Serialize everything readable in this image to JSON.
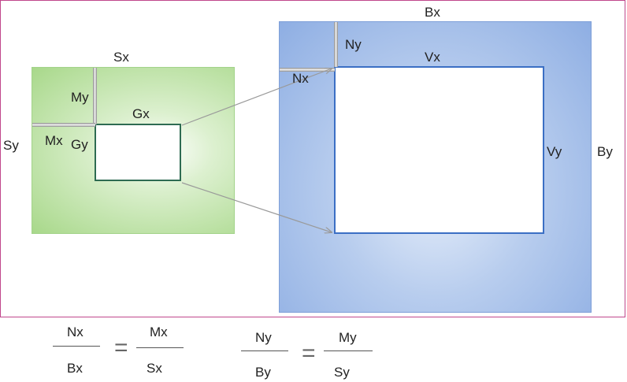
{
  "labels": {
    "sx": "Sx",
    "sy": "Sy",
    "mx": "Mx",
    "my": "My",
    "gx": "Gx",
    "gy": "Gy",
    "bx": "Bx",
    "by": "By",
    "nx": "Nx",
    "ny": "Ny",
    "vx": "Vx",
    "vy": "Vy"
  },
  "equations": [
    {
      "lhs_num": "Nx",
      "lhs_den": "Bx",
      "op": "=",
      "rhs_num": "Mx",
      "rhs_den": "Sx"
    },
    {
      "lhs_num": "Ny",
      "lhs_den": "By",
      "op": "=",
      "rhs_num": "My",
      "rhs_den": "Sy"
    }
  ],
  "colors": {
    "frame": "#c0478c",
    "source_fill": "#a8d88a",
    "target_fill": "#8eaee3",
    "source_window_border": "#2e6b52",
    "target_window_border": "#3b6fc4",
    "arrow": "#9a9a9a"
  }
}
